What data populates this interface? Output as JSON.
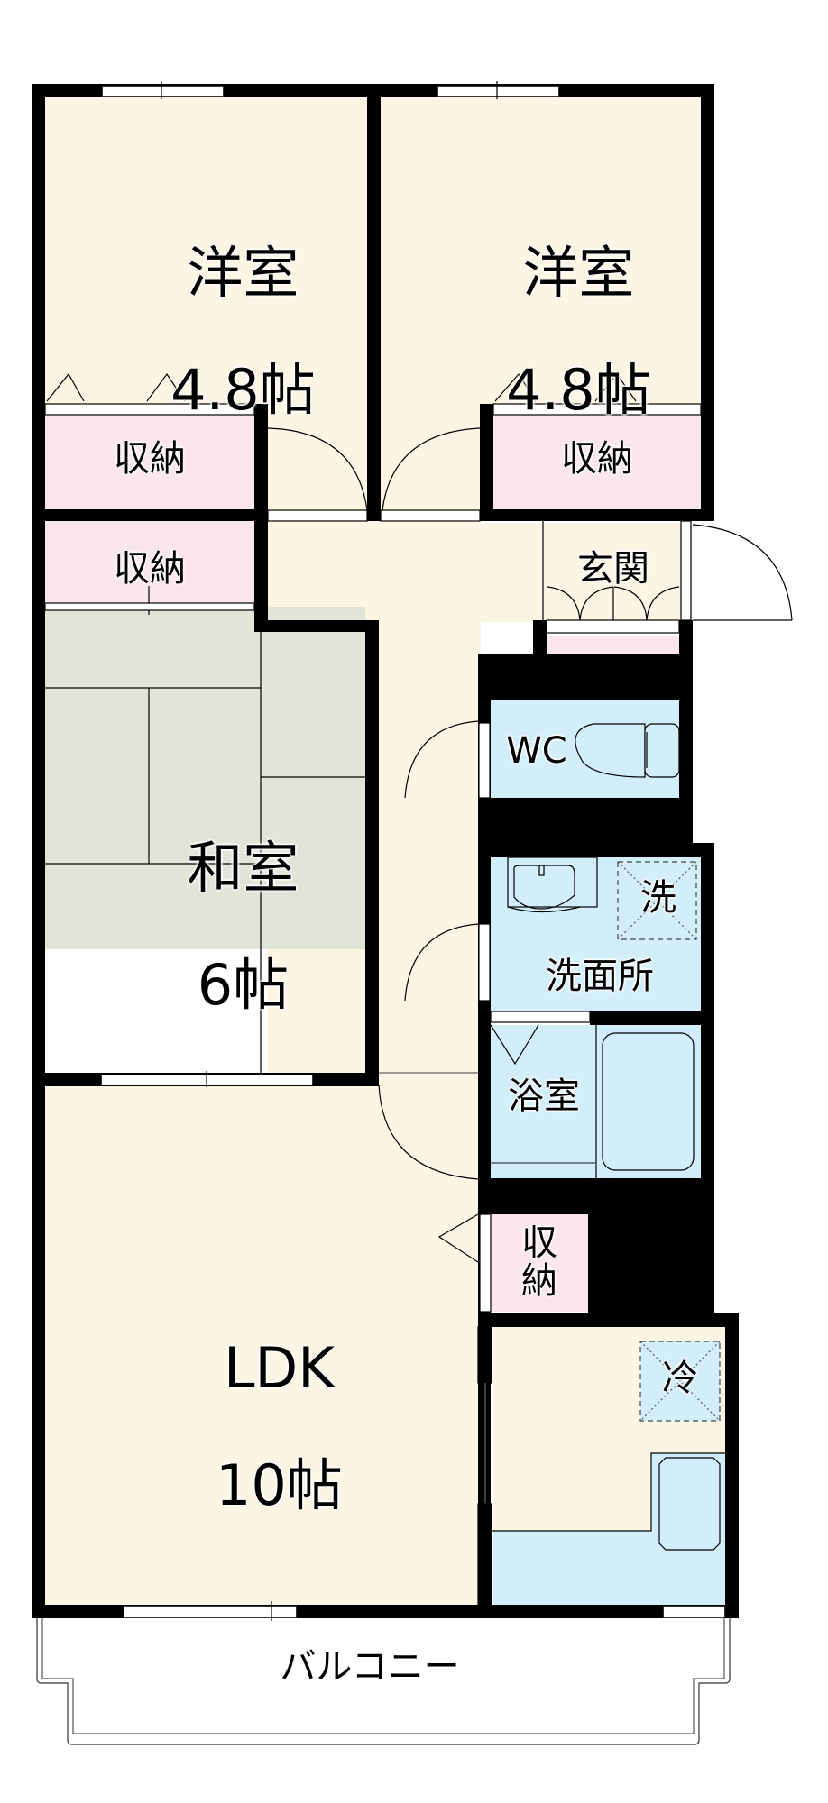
{
  "floor_plan": {
    "rooms": {
      "western_room_1": {
        "name": "洋室",
        "size": "4.8帖"
      },
      "western_room_2": {
        "name": "洋室",
        "size": "4.8帖"
      },
      "japanese_room": {
        "name": "和室",
        "size": "6帖"
      },
      "ldk": {
        "name": "LDK",
        "size": "10帖"
      },
      "entrance": {
        "name": "玄関"
      },
      "toilet": {
        "name": "WC"
      },
      "washroom": {
        "name": "洗面所"
      },
      "washer_space": {
        "name": "洗"
      },
      "bathroom": {
        "name": "浴室"
      },
      "fridge_space": {
        "name": "冷"
      },
      "balcony": {
        "name": "バルコニー"
      }
    },
    "storage": [
      {
        "id": "storage-western-1",
        "label": "収納"
      },
      {
        "id": "storage-western-2",
        "label": "収納"
      },
      {
        "id": "storage-japanese",
        "label": "収納"
      },
      {
        "id": "storage-ldk",
        "label": "収\n納"
      }
    ],
    "colors": {
      "floor": "#fdf5e3",
      "storage": "#fbe6ee",
      "wet_area": "#d2eefa",
      "tatami": "#e1e5d8",
      "wall": "#000000"
    }
  }
}
